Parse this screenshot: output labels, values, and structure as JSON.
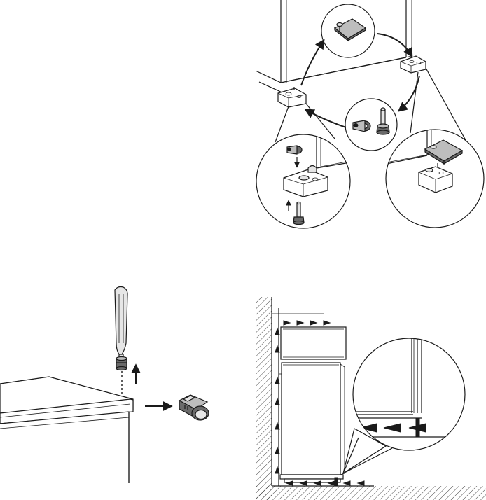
{
  "figures": [
    {
      "id": "hinge-transfer",
      "panel": "top-right"
    },
    {
      "id": "pin-removal",
      "panel": "bottom-left"
    },
    {
      "id": "ventilation",
      "panel": "bottom-right"
    }
  ],
  "colors": {
    "line": "#1a1a1a",
    "part": "#bdbdbd",
    "light": "#e6e6e6",
    "dark": "#6a6a6a"
  }
}
